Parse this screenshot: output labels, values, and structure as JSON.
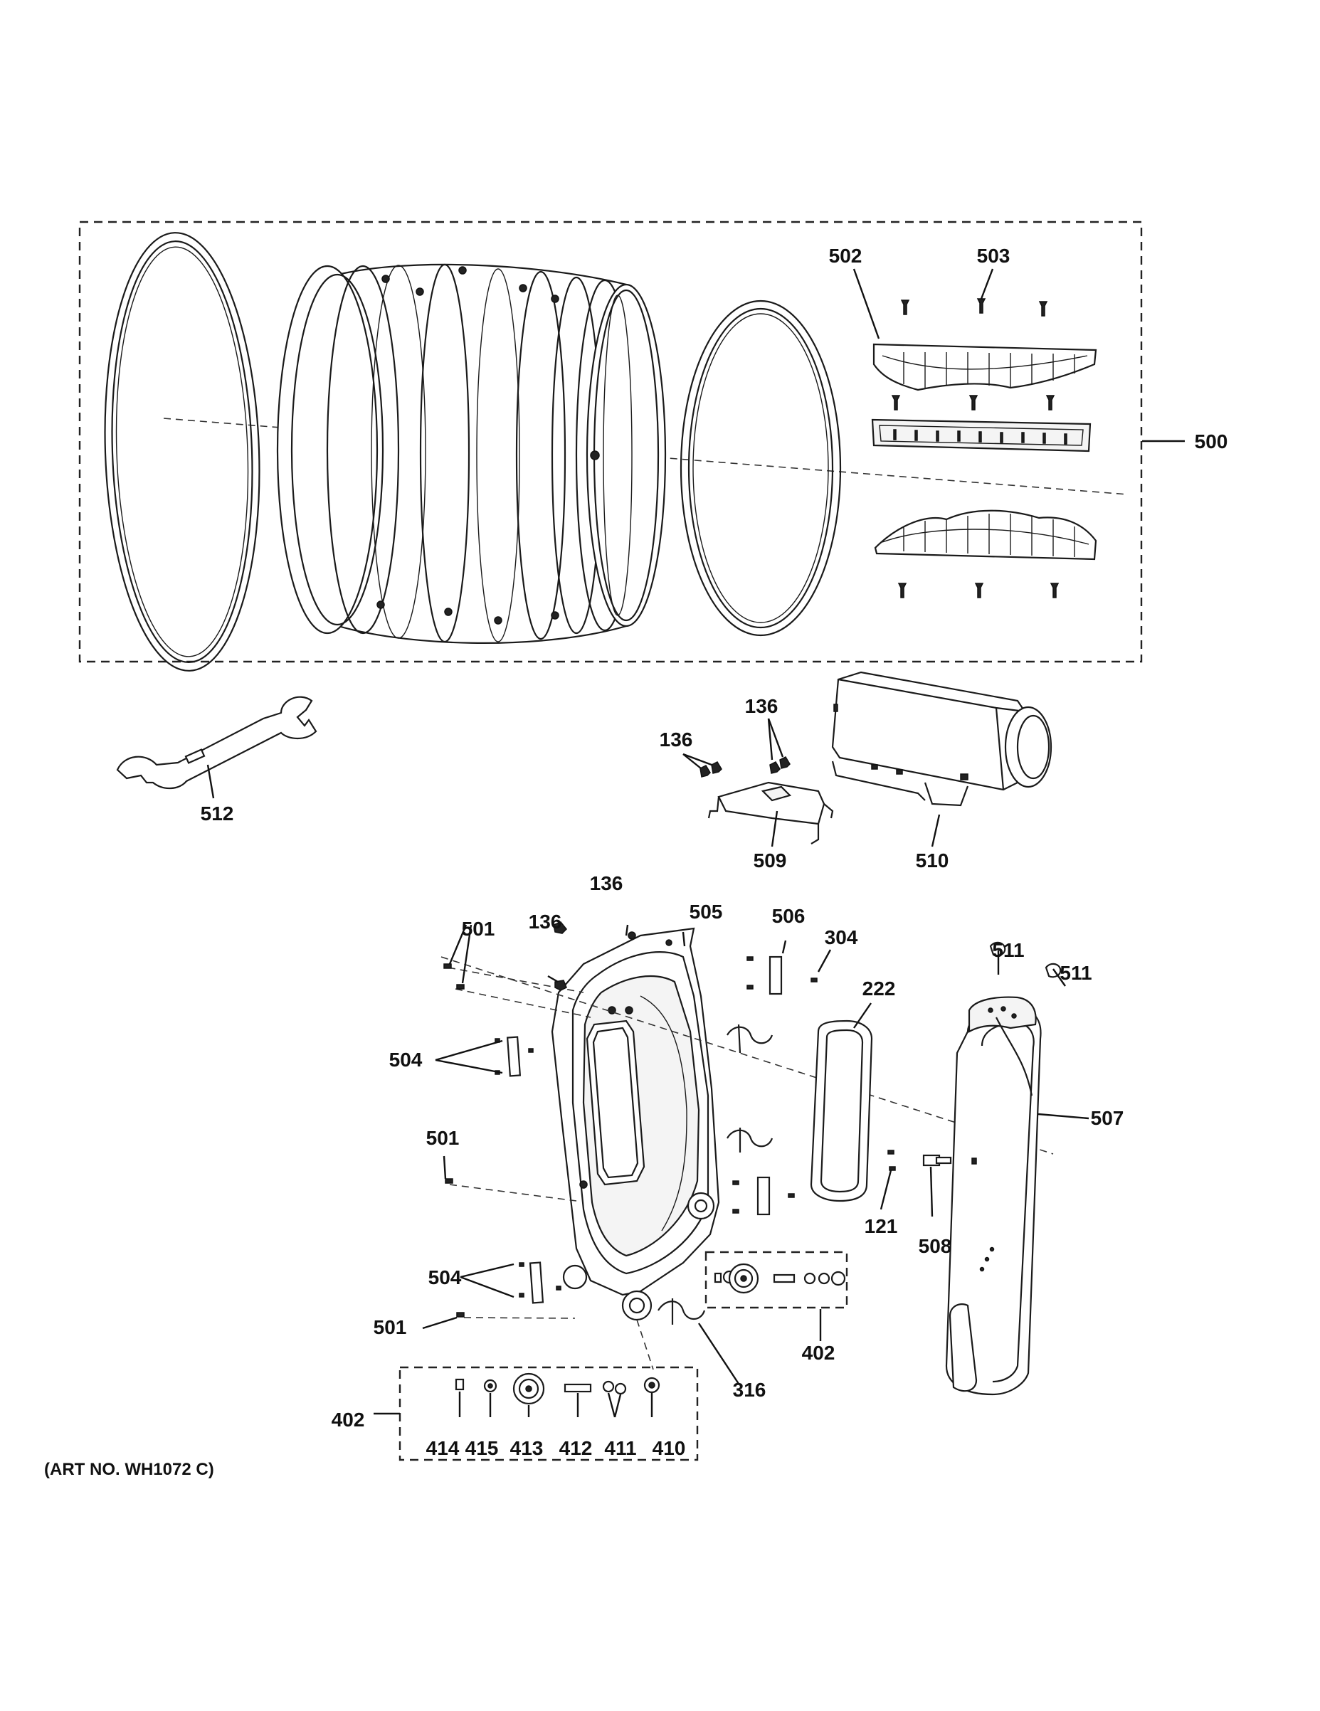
{
  "diagram": {
    "art_number": "(ART NO. WH1072 C)",
    "callouts": {
      "c500": "500",
      "c502": "502",
      "c503": "503",
      "c512": "512",
      "c136a": "136",
      "c136b": "136",
      "c509": "509",
      "c510": "510",
      "c136c": "136",
      "c136d": "136",
      "c505": "505",
      "c506": "506",
      "c304": "304",
      "c222": "222",
      "c511a": "511",
      "c511b": "511",
      "c501a": "501",
      "c504a": "504",
      "c501b": "501",
      "c507": "507",
      "c121": "121",
      "c508": "508",
      "c504b": "504",
      "c501c": "501",
      "c402a": "402",
      "c316": "316",
      "c402b": "402",
      "c414": "414",
      "c415": "415",
      "c413": "413",
      "c412": "412",
      "c411": "411",
      "c410": "410"
    }
  }
}
